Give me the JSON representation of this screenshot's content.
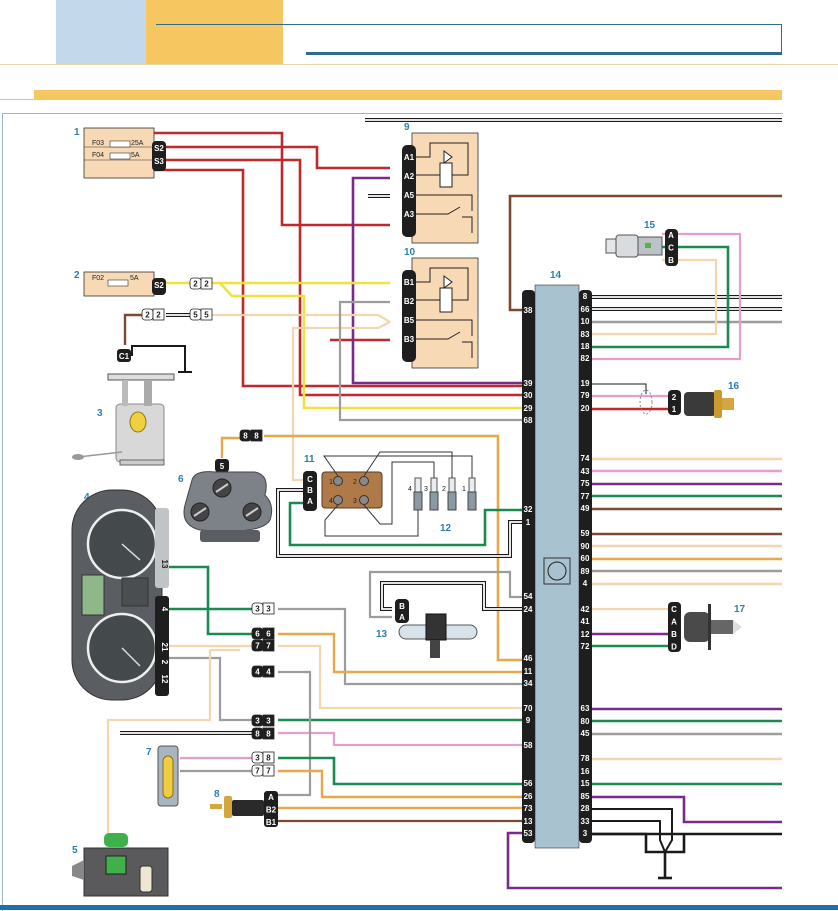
{
  "header": {
    "colors": {
      "blue_tab": "#c3d8ea",
      "orange_tab": "#f6c761",
      "rule": "#2d6c8a",
      "footer": "#1f6fa8"
    }
  },
  "wire_colors": {
    "red": "#c0282d",
    "yellow": "#f2e23a",
    "purple": "#7a2a8a",
    "brown": "#7a4a32",
    "green": "#1a8a50",
    "pink": "#e3a0cf",
    "beige": "#f3d6ae",
    "orange": "#e6a84a",
    "grey": "#9c9c9c",
    "black": "#1a1a1a"
  },
  "components": {
    "c1": {
      "num": "1",
      "fuses": [
        {
          "id": "F03",
          "rating": "25A"
        },
        {
          "id": "F04",
          "rating": "5A"
        }
      ],
      "pins": [
        "S2",
        "S3"
      ]
    },
    "c2": {
      "num": "2",
      "fuses": [
        {
          "id": "F02",
          "rating": "5A"
        }
      ],
      "pins": [
        "S2"
      ]
    },
    "c3": {
      "num": "3",
      "pin": "C1"
    },
    "c4": {
      "num": "4",
      "pins": [
        "13",
        "4",
        "21",
        "2",
        "12"
      ]
    },
    "c5": {
      "num": "5"
    },
    "c6": {
      "num": "6",
      "pin": "5"
    },
    "c7": {
      "num": "7"
    },
    "c8": {
      "num": "8",
      "pins": [
        "A",
        "B2",
        "B1"
      ]
    },
    "c9": {
      "num": "9",
      "pins": [
        "A1",
        "A2",
        "A5",
        "A3"
      ]
    },
    "c10": {
      "num": "10",
      "pins": [
        "B1",
        "B2",
        "B5",
        "B3"
      ]
    },
    "c11": {
      "num": "11",
      "pins": [
        "C",
        "B",
        "A"
      ],
      "coil_terminals": [
        "1",
        "2",
        "4",
        "3"
      ]
    },
    "c12": {
      "num": "12",
      "plugs": [
        "4",
        "3",
        "2",
        "1"
      ]
    },
    "c13": {
      "num": "13",
      "pins": [
        "B",
        "A"
      ]
    },
    "c14": {
      "num": "14",
      "left_pins": [
        "38",
        "39",
        "30",
        "29",
        "68",
        "32",
        "1",
        "54",
        "24",
        "46",
        "11",
        "34",
        "70",
        "9",
        "58",
        "56",
        "26",
        "73",
        "13",
        "53"
      ],
      "right_pins": [
        "8",
        "66",
        "10",
        "83",
        "18",
        "82",
        "19",
        "79",
        "20",
        "74",
        "43",
        "75",
        "77",
        "49",
        "59",
        "90",
        "60",
        "89",
        "4",
        "42",
        "41",
        "12",
        "72",
        "63",
        "80",
        "45",
        "78",
        "16",
        "15",
        "85",
        "28",
        "33",
        "3"
      ]
    },
    "c15": {
      "num": "15",
      "pins": [
        "A",
        "C",
        "B"
      ]
    },
    "c16": {
      "num": "16",
      "pins": [
        "2",
        "1"
      ]
    },
    "c17": {
      "num": "17",
      "pins": [
        "C",
        "A",
        "B",
        "D"
      ]
    }
  },
  "connectors": [
    {
      "label": [
        "2",
        "2"
      ]
    },
    {
      "label": [
        "2",
        "2"
      ]
    },
    {
      "label": [
        "5",
        "5"
      ]
    },
    {
      "label": [
        "8",
        "8"
      ]
    },
    {
      "label": [
        "3",
        "3"
      ]
    },
    {
      "label": [
        "6",
        "6"
      ]
    },
    {
      "label": [
        "7",
        "7"
      ]
    },
    {
      "label": [
        "4",
        "4"
      ]
    },
    {
      "label": [
        "3",
        "3"
      ]
    },
    {
      "label": [
        "8",
        "8"
      ]
    },
    {
      "label": [
        "3",
        "8"
      ]
    },
    {
      "label": [
        "7",
        "7"
      ]
    }
  ]
}
